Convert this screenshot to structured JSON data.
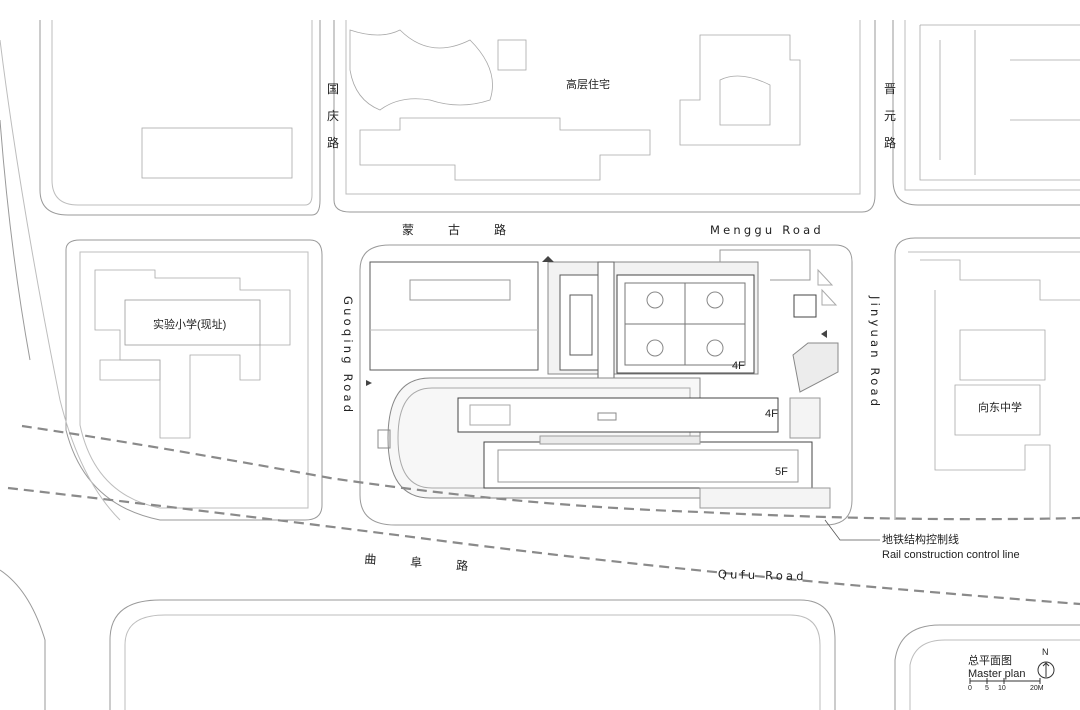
{
  "labels": {
    "high_rise": "高层住宅",
    "school_left": "实验小学(现址)",
    "school_right": "向东中学",
    "guoqing_cn": "国庆路",
    "jinyuan_cn": "晋元路",
    "menggu_cn": "蒙古路",
    "qufu_cn": "曲阜路",
    "menggu_en": "Menggu Road",
    "guoqing_en": "Guoqing Road",
    "jinyuan_en": "Jinyuan Road",
    "qufu_en": "Qufu Road",
    "floor_gym": "4F",
    "floor_mid": "4F",
    "floor_south": "5F",
    "rail_cn": "地铁结构控制线",
    "rail_en": "Rail construction control line"
  },
  "legend": {
    "title_cn": "总平面图",
    "title_en": "Master plan",
    "north": "N",
    "scale_ticks": [
      "0",
      "5",
      "10",
      "20M"
    ]
  },
  "colors": {
    "line": "#8a8a8a",
    "light_line": "#b8b8b8",
    "dash": "#8a8a8a",
    "court": "#ffffff"
  }
}
